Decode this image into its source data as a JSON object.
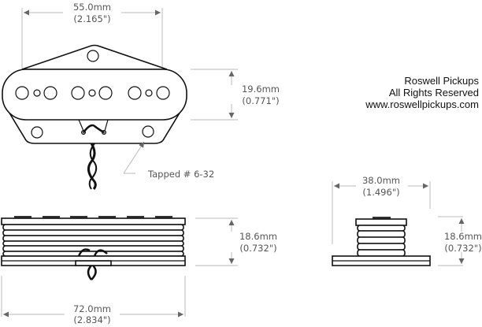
{
  "top_view": {
    "width_mm": "55.0mm",
    "width_in": "(2.165\")",
    "height_mm": "19.6mm",
    "height_in": "(0.771\")",
    "tapped_label": "Tapped # 6-32"
  },
  "copyright": {
    "company": "Roswell Pickups",
    "rights": "All Rights Reserved",
    "website": "www.roswellpickups.com"
  },
  "side_view": {
    "length_mm": "72.0mm",
    "length_in": "(2.834\")",
    "height_mm": "18.6mm",
    "height_in": "(0.732\")"
  },
  "end_view": {
    "width_mm": "38.0mm",
    "width_in": "(1.496\")",
    "height_mm": "18.6mm",
    "height_in": "(0.732\")"
  }
}
